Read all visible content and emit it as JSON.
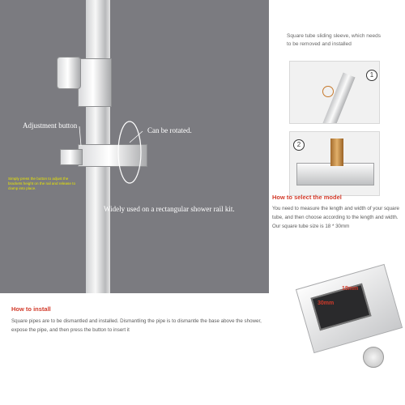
{
  "main_photo": {
    "adjustment_label": "Adjustment button",
    "rotate_label": "Can be rotated.",
    "instruction_yellow": "Simply press the button to adjust the brackets height on the rail and release to clamp into place.",
    "widely_used": "Widely used on a rectangular shower rail kit."
  },
  "top_right": {
    "caption": "Square tube sliding sleeve, which needs to be removed and installed",
    "step_1": "1",
    "step_2": "2"
  },
  "select_model": {
    "heading": "How to select the model",
    "body": "You need to measure the length and width of your square tube, and then choose according to the length and width. Our square tube size is 18 * 30mm",
    "dim_18": "18mm",
    "dim_30": "30mm"
  },
  "install": {
    "heading": "How to install",
    "body": "Square pipes are to be dismantled and installed. Dismantling the pipe is to dismantle the base above the shower, expose the pipe, and then press the button to insert it"
  },
  "colors": {
    "panel_gray": "#7b7b80",
    "heading_red": "#d23a2a",
    "note_yellow": "#e9e600"
  }
}
